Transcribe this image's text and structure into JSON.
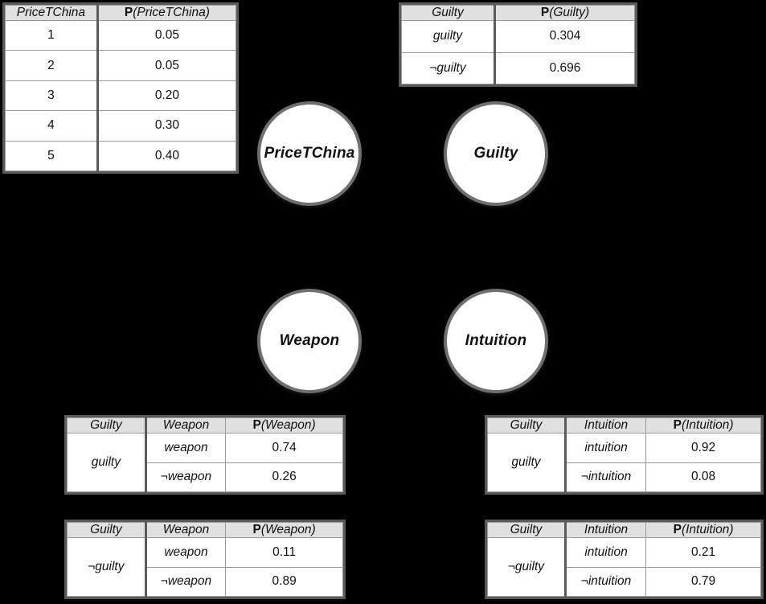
{
  "background_color": "#000000",
  "node_fill_color": "#ffffff",
  "node_border_color": "#6f6f6f",
  "table_border_color": "#5a5a5a",
  "table_header_color": "#e0e0e0",
  "nodes": [
    {
      "id": "pricetchina",
      "label": "PriceTChina"
    },
    {
      "id": "guilty",
      "label": "Guilty"
    },
    {
      "id": "weapon",
      "label": "Weapon"
    },
    {
      "id": "intuition",
      "label": "Intuition"
    }
  ],
  "tables": {
    "pricetchina": {
      "headers": {
        "var": "PriceTChina",
        "prob_prefix": "P",
        "prob_arg": "(PriceTChina)"
      },
      "rows": [
        {
          "state": "1",
          "prob": "0.05"
        },
        {
          "state": "2",
          "prob": "0.05"
        },
        {
          "state": "3",
          "prob": "0.20"
        },
        {
          "state": "4",
          "prob": "0.30"
        },
        {
          "state": "5",
          "prob": "0.40"
        }
      ]
    },
    "guilty": {
      "headers": {
        "var": "Guilty",
        "prob_prefix": "P",
        "prob_arg": "(Guilty)"
      },
      "rows": [
        {
          "state": "guilty",
          "prob": "0.304"
        },
        {
          "state": "¬guilty",
          "prob": "0.696"
        }
      ]
    },
    "weapon_guilty": {
      "headers": {
        "parent": "Guilty",
        "var": "Weapon",
        "prob_prefix": "P",
        "prob_arg": "(Weapon)"
      },
      "condition": "guilty",
      "rows": [
        {
          "state": "weapon",
          "prob": "0.74"
        },
        {
          "state": "¬weapon",
          "prob": "0.26"
        }
      ]
    },
    "weapon_not_guilty": {
      "headers": {
        "parent": "Guilty",
        "var": "Weapon",
        "prob_prefix": "P",
        "prob_arg": "(Weapon)"
      },
      "condition": "¬guilty",
      "rows": [
        {
          "state": "weapon",
          "prob": "0.11"
        },
        {
          "state": "¬weapon",
          "prob": "0.89"
        }
      ]
    },
    "intuition_guilty": {
      "headers": {
        "parent": "Guilty",
        "var": "Intuition",
        "prob_prefix": "P",
        "prob_arg": "(Intuition)"
      },
      "condition": "guilty",
      "rows": [
        {
          "state": "intuition",
          "prob": "0.92"
        },
        {
          "state": "¬intuition",
          "prob": "0.08"
        }
      ]
    },
    "intuition_not_guilty": {
      "headers": {
        "parent": "Guilty",
        "var": "Intuition",
        "prob_prefix": "P",
        "prob_arg": "(Intuition)"
      },
      "condition": "¬guilty",
      "rows": [
        {
          "state": "intuition",
          "prob": "0.21"
        },
        {
          "state": "¬intuition",
          "prob": "0.79"
        }
      ]
    }
  }
}
